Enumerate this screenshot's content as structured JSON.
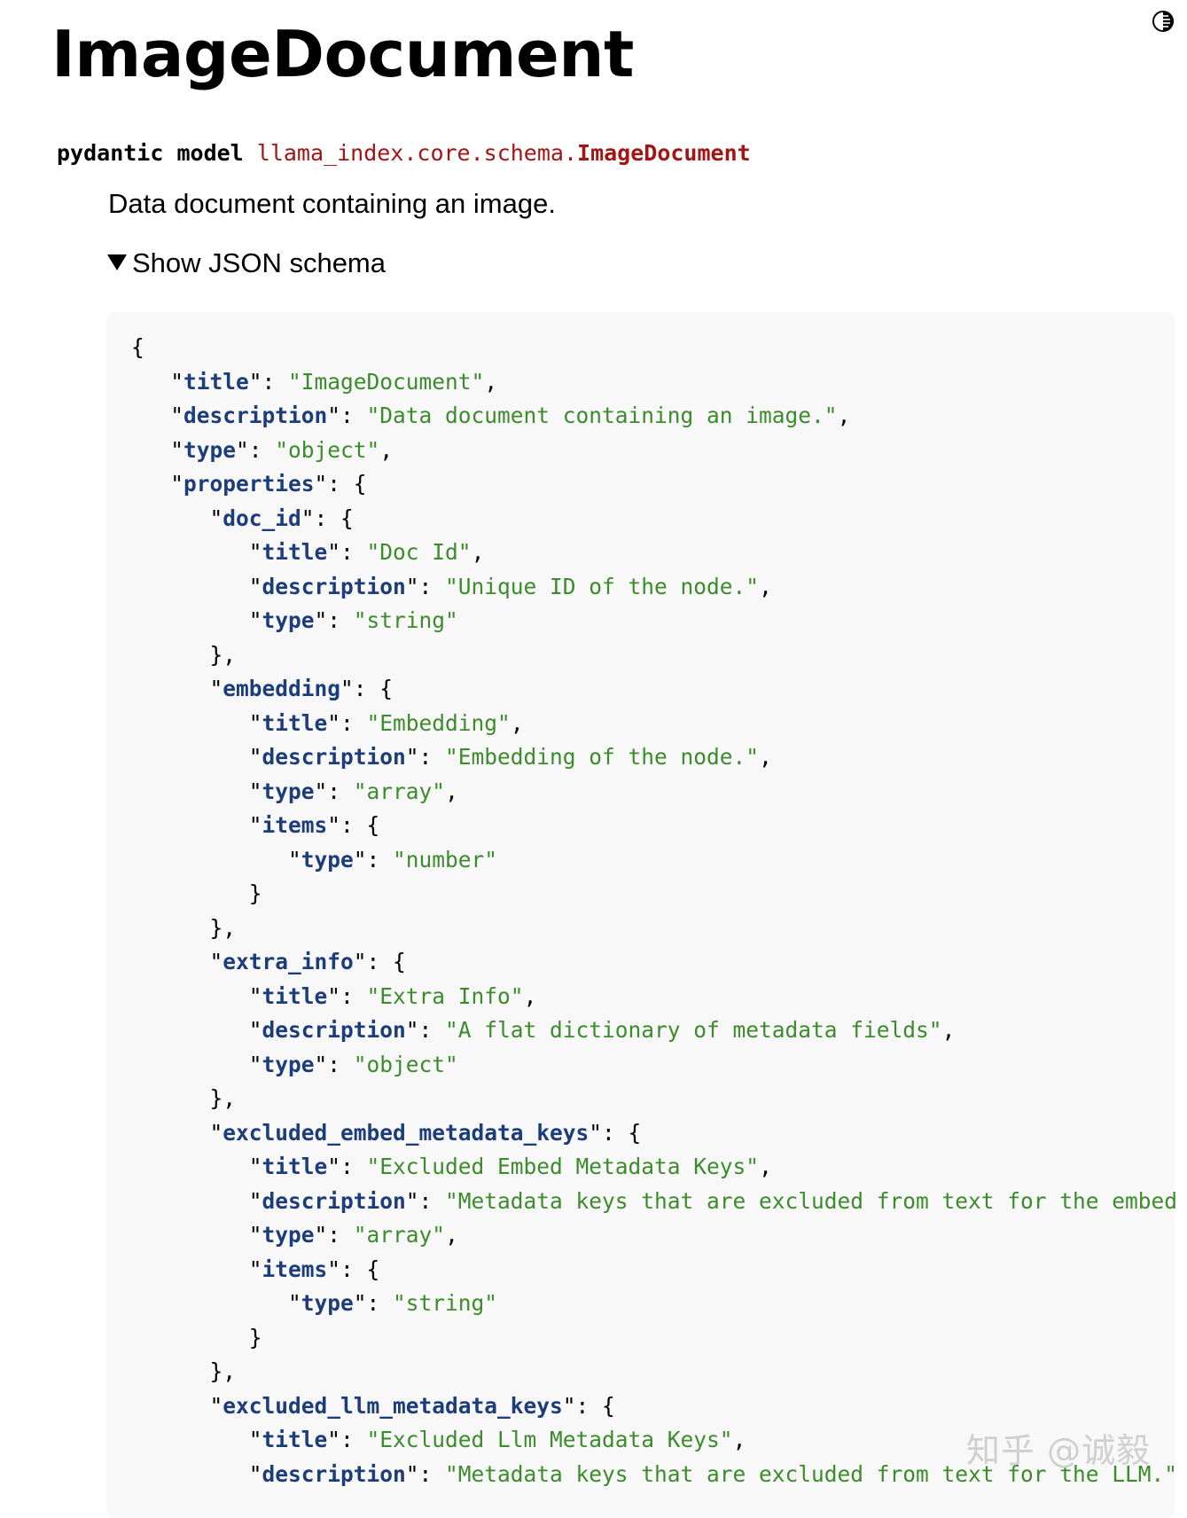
{
  "page": {
    "title": "ImageDocument",
    "theme_toggle_icon": "contrast-half-icon"
  },
  "signature": {
    "keyword": "pydantic model ",
    "module": "llama_index.core.schema.",
    "name": "ImageDocument"
  },
  "description": "Data document containing an image.",
  "details": {
    "summary_label": "Show JSON schema",
    "expanded": true
  },
  "schema_code_lines": [
    [
      {
        "t": "punc",
        "v": "{"
      }
    ],
    [
      {
        "t": "punc",
        "v": "   \""
      },
      {
        "t": "key",
        "v": "title"
      },
      {
        "t": "punc",
        "v": "\": "
      },
      {
        "t": "str",
        "v": "\"ImageDocument\""
      },
      {
        "t": "punc",
        "v": ","
      }
    ],
    [
      {
        "t": "punc",
        "v": "   \""
      },
      {
        "t": "key",
        "v": "description"
      },
      {
        "t": "punc",
        "v": "\": "
      },
      {
        "t": "str",
        "v": "\"Data document containing an image.\""
      },
      {
        "t": "punc",
        "v": ","
      }
    ],
    [
      {
        "t": "punc",
        "v": "   \""
      },
      {
        "t": "key",
        "v": "type"
      },
      {
        "t": "punc",
        "v": "\": "
      },
      {
        "t": "str",
        "v": "\"object\""
      },
      {
        "t": "punc",
        "v": ","
      }
    ],
    [
      {
        "t": "punc",
        "v": "   \""
      },
      {
        "t": "key",
        "v": "properties"
      },
      {
        "t": "punc",
        "v": "\": {"
      }
    ],
    [
      {
        "t": "punc",
        "v": "      \""
      },
      {
        "t": "key",
        "v": "doc_id"
      },
      {
        "t": "punc",
        "v": "\": {"
      }
    ],
    [
      {
        "t": "punc",
        "v": "         \""
      },
      {
        "t": "key",
        "v": "title"
      },
      {
        "t": "punc",
        "v": "\": "
      },
      {
        "t": "str",
        "v": "\"Doc Id\""
      },
      {
        "t": "punc",
        "v": ","
      }
    ],
    [
      {
        "t": "punc",
        "v": "         \""
      },
      {
        "t": "key",
        "v": "description"
      },
      {
        "t": "punc",
        "v": "\": "
      },
      {
        "t": "str",
        "v": "\"Unique ID of the node.\""
      },
      {
        "t": "punc",
        "v": ","
      }
    ],
    [
      {
        "t": "punc",
        "v": "         \""
      },
      {
        "t": "key",
        "v": "type"
      },
      {
        "t": "punc",
        "v": "\": "
      },
      {
        "t": "str",
        "v": "\"string\""
      }
    ],
    [
      {
        "t": "punc",
        "v": "      },"
      }
    ],
    [
      {
        "t": "punc",
        "v": "      \""
      },
      {
        "t": "key",
        "v": "embedding"
      },
      {
        "t": "punc",
        "v": "\": {"
      }
    ],
    [
      {
        "t": "punc",
        "v": "         \""
      },
      {
        "t": "key",
        "v": "title"
      },
      {
        "t": "punc",
        "v": "\": "
      },
      {
        "t": "str",
        "v": "\"Embedding\""
      },
      {
        "t": "punc",
        "v": ","
      }
    ],
    [
      {
        "t": "punc",
        "v": "         \""
      },
      {
        "t": "key",
        "v": "description"
      },
      {
        "t": "punc",
        "v": "\": "
      },
      {
        "t": "str",
        "v": "\"Embedding of the node.\""
      },
      {
        "t": "punc",
        "v": ","
      }
    ],
    [
      {
        "t": "punc",
        "v": "         \""
      },
      {
        "t": "key",
        "v": "type"
      },
      {
        "t": "punc",
        "v": "\": "
      },
      {
        "t": "str",
        "v": "\"array\""
      },
      {
        "t": "punc",
        "v": ","
      }
    ],
    [
      {
        "t": "punc",
        "v": "         \""
      },
      {
        "t": "key",
        "v": "items"
      },
      {
        "t": "punc",
        "v": "\": {"
      }
    ],
    [
      {
        "t": "punc",
        "v": "            \""
      },
      {
        "t": "key",
        "v": "type"
      },
      {
        "t": "punc",
        "v": "\": "
      },
      {
        "t": "str",
        "v": "\"number\""
      }
    ],
    [
      {
        "t": "punc",
        "v": "         }"
      }
    ],
    [
      {
        "t": "punc",
        "v": "      },"
      }
    ],
    [
      {
        "t": "punc",
        "v": "      \""
      },
      {
        "t": "key",
        "v": "extra_info"
      },
      {
        "t": "punc",
        "v": "\": {"
      }
    ],
    [
      {
        "t": "punc",
        "v": "         \""
      },
      {
        "t": "key",
        "v": "title"
      },
      {
        "t": "punc",
        "v": "\": "
      },
      {
        "t": "str",
        "v": "\"Extra Info\""
      },
      {
        "t": "punc",
        "v": ","
      }
    ],
    [
      {
        "t": "punc",
        "v": "         \""
      },
      {
        "t": "key",
        "v": "description"
      },
      {
        "t": "punc",
        "v": "\": "
      },
      {
        "t": "str",
        "v": "\"A flat dictionary of metadata fields\""
      },
      {
        "t": "punc",
        "v": ","
      }
    ],
    [
      {
        "t": "punc",
        "v": "         \""
      },
      {
        "t": "key",
        "v": "type"
      },
      {
        "t": "punc",
        "v": "\": "
      },
      {
        "t": "str",
        "v": "\"object\""
      }
    ],
    [
      {
        "t": "punc",
        "v": "      },"
      }
    ],
    [
      {
        "t": "punc",
        "v": "      \""
      },
      {
        "t": "key",
        "v": "excluded_embed_metadata_keys"
      },
      {
        "t": "punc",
        "v": "\": {"
      }
    ],
    [
      {
        "t": "punc",
        "v": "         \""
      },
      {
        "t": "key",
        "v": "title"
      },
      {
        "t": "punc",
        "v": "\": "
      },
      {
        "t": "str",
        "v": "\"Excluded Embed Metadata Keys\""
      },
      {
        "t": "punc",
        "v": ","
      }
    ],
    [
      {
        "t": "punc",
        "v": "         \""
      },
      {
        "t": "key",
        "v": "description"
      },
      {
        "t": "punc",
        "v": "\": "
      },
      {
        "t": "str",
        "v": "\"Metadata keys that are excluded from text for the embed mo"
      }
    ],
    [
      {
        "t": "punc",
        "v": "         \""
      },
      {
        "t": "key",
        "v": "type"
      },
      {
        "t": "punc",
        "v": "\": "
      },
      {
        "t": "str",
        "v": "\"array\""
      },
      {
        "t": "punc",
        "v": ","
      }
    ],
    [
      {
        "t": "punc",
        "v": "         \""
      },
      {
        "t": "key",
        "v": "items"
      },
      {
        "t": "punc",
        "v": "\": {"
      }
    ],
    [
      {
        "t": "punc",
        "v": "            \""
      },
      {
        "t": "key",
        "v": "type"
      },
      {
        "t": "punc",
        "v": "\": "
      },
      {
        "t": "str",
        "v": "\"string\""
      }
    ],
    [
      {
        "t": "punc",
        "v": "         }"
      }
    ],
    [
      {
        "t": "punc",
        "v": "      },"
      }
    ],
    [
      {
        "t": "punc",
        "v": "      \""
      },
      {
        "t": "key",
        "v": "excluded_llm_metadata_keys"
      },
      {
        "t": "punc",
        "v": "\": {"
      }
    ],
    [
      {
        "t": "punc",
        "v": "         \""
      },
      {
        "t": "key",
        "v": "title"
      },
      {
        "t": "punc",
        "v": "\": "
      },
      {
        "t": "str",
        "v": "\"Excluded Llm Metadata Keys\""
      },
      {
        "t": "punc",
        "v": ","
      }
    ],
    [
      {
        "t": "punc",
        "v": "         \""
      },
      {
        "t": "key",
        "v": "description"
      },
      {
        "t": "punc",
        "v": "\": "
      },
      {
        "t": "str",
        "v": "\"Metadata keys that are excluded from text for the LLM.\""
      },
      {
        "t": "punc",
        "v": ","
      }
    ]
  ],
  "watermark": "知乎 @诚毅",
  "colors": {
    "background": "#ffffff",
    "code_background": "#f8f8f8",
    "json_key": "#1c3d7a",
    "json_string": "#3c8b2c",
    "signature_name": "#a31515"
  }
}
